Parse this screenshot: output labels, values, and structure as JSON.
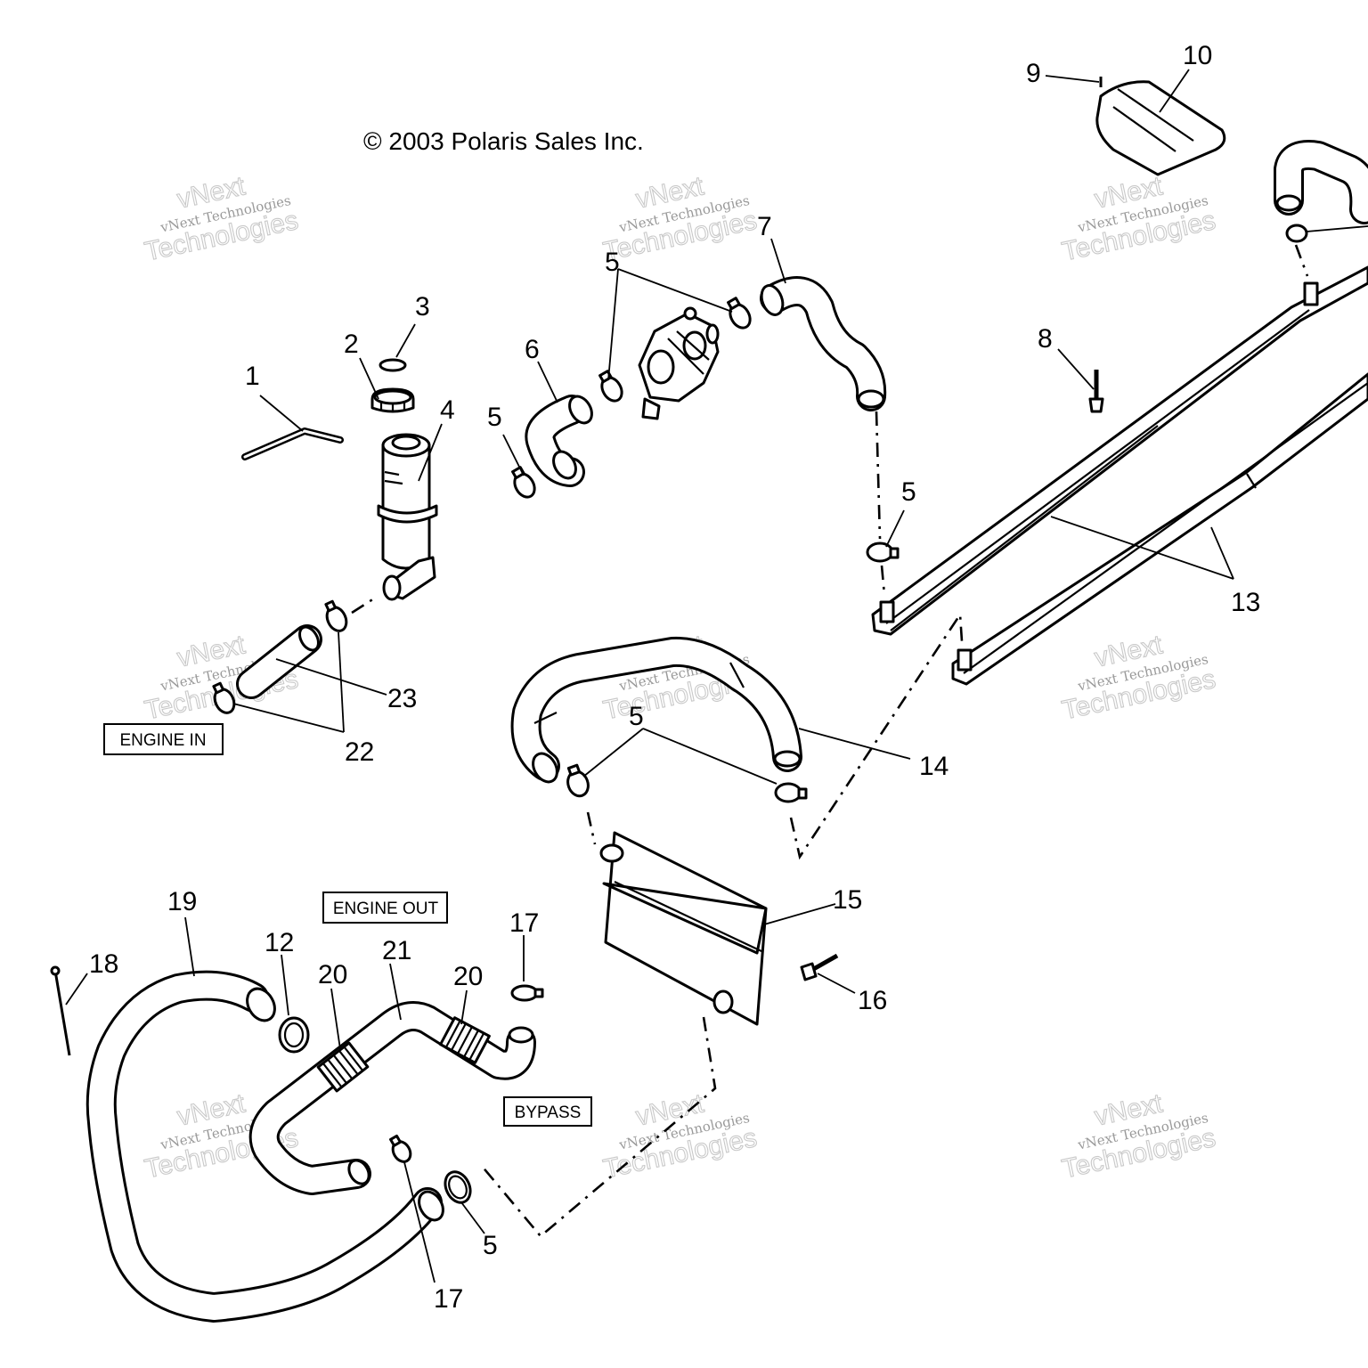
{
  "copyright": "© 2003 Polaris Sales Inc.",
  "callouts": {
    "c1": "1",
    "c2": "2",
    "c3": "3",
    "c4": "4",
    "c5a": "5",
    "c5b": "5",
    "c5c": "5",
    "c5d": "5",
    "c5e": "5",
    "c6": "6",
    "c7": "7",
    "c8": "8",
    "c9": "9",
    "c10": "10",
    "c12": "12",
    "c13": "13",
    "c14": "14",
    "c15": "15",
    "c16": "16",
    "c17a": "17",
    "c17b": "17",
    "c18": "18",
    "c19": "19",
    "c20a": "20",
    "c20b": "20",
    "c21": "21",
    "c22": "22",
    "c23": "23"
  },
  "labels": {
    "engine_in": "ENGINE IN",
    "engine_out": "ENGINE OUT",
    "bypass": "BYPASS"
  },
  "watermark": {
    "line1": "vNext Technologies",
    "line2": "vNext",
    "line3": "Technologies"
  }
}
